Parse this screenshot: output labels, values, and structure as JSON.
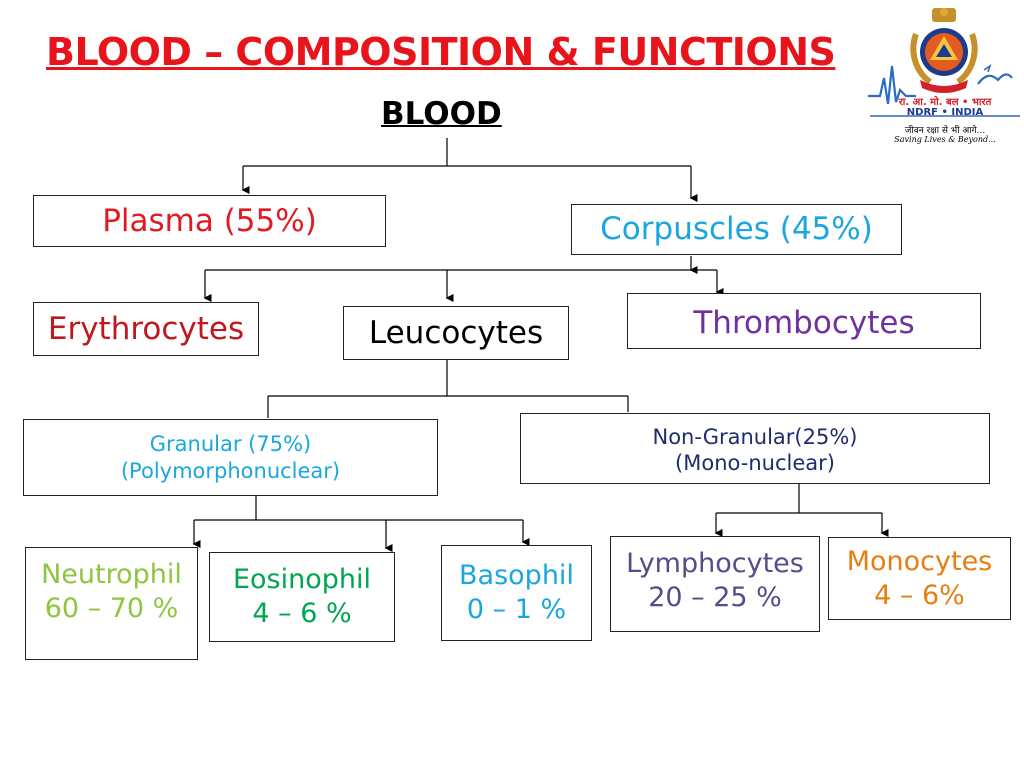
{
  "title": "BLOOD – COMPOSITION & FUNCTIONS",
  "root": "BLOOD",
  "colors": {
    "title": "#e8141b",
    "plasma": "#e01a22",
    "corpuscles": "#1aa6de",
    "erythrocytes": "#c0181f",
    "leucocytes": "#000000",
    "thrombocytes": "#7030a0",
    "granular": "#1aa6de",
    "non_granular": "#1f2d6b",
    "neutrophil": "#8dc63f",
    "eosinophil": "#00a651",
    "basophil": "#1aa6de",
    "lymphocytes": "#5a4a8a",
    "monocytes": "#e67e10"
  },
  "nodes": {
    "plasma": {
      "label": "Plasma (55%)"
    },
    "corpuscles": {
      "label": "Corpuscles (45%)"
    },
    "erythrocytes": {
      "label": "Erythrocytes"
    },
    "leucocytes": {
      "label": "Leucocytes"
    },
    "thrombocytes": {
      "label": "Thrombocytes"
    },
    "granular": {
      "line1": "Granular (75%)",
      "line2": "(Polymorphonuclear)"
    },
    "non_granular": {
      "line1": "Non-Granular(25%)",
      "line2": "(Mono-nuclear)"
    },
    "neutrophil": {
      "line1": "Neutrophil",
      "line2": "60 – 70 %"
    },
    "eosinophil": {
      "line1": "Eosinophil",
      "line2": "4 – 6 %"
    },
    "basophil": {
      "line1": "Basophil",
      "line2": "0 – 1 %"
    },
    "lymphocytes": {
      "line1": "Lymphocytes",
      "line2": "20 – 25 %"
    },
    "monocytes": {
      "line1": "Monocytes",
      "line2": "4 – 6%"
    }
  },
  "logo": {
    "org_hindi": "रा. आ. मो. बल • भारत",
    "org_english": "NDRF • INDIA",
    "motto_hindi": "जीवन रक्षा से भी आगे...",
    "motto_english": "Saving Lives & Beyond..."
  }
}
